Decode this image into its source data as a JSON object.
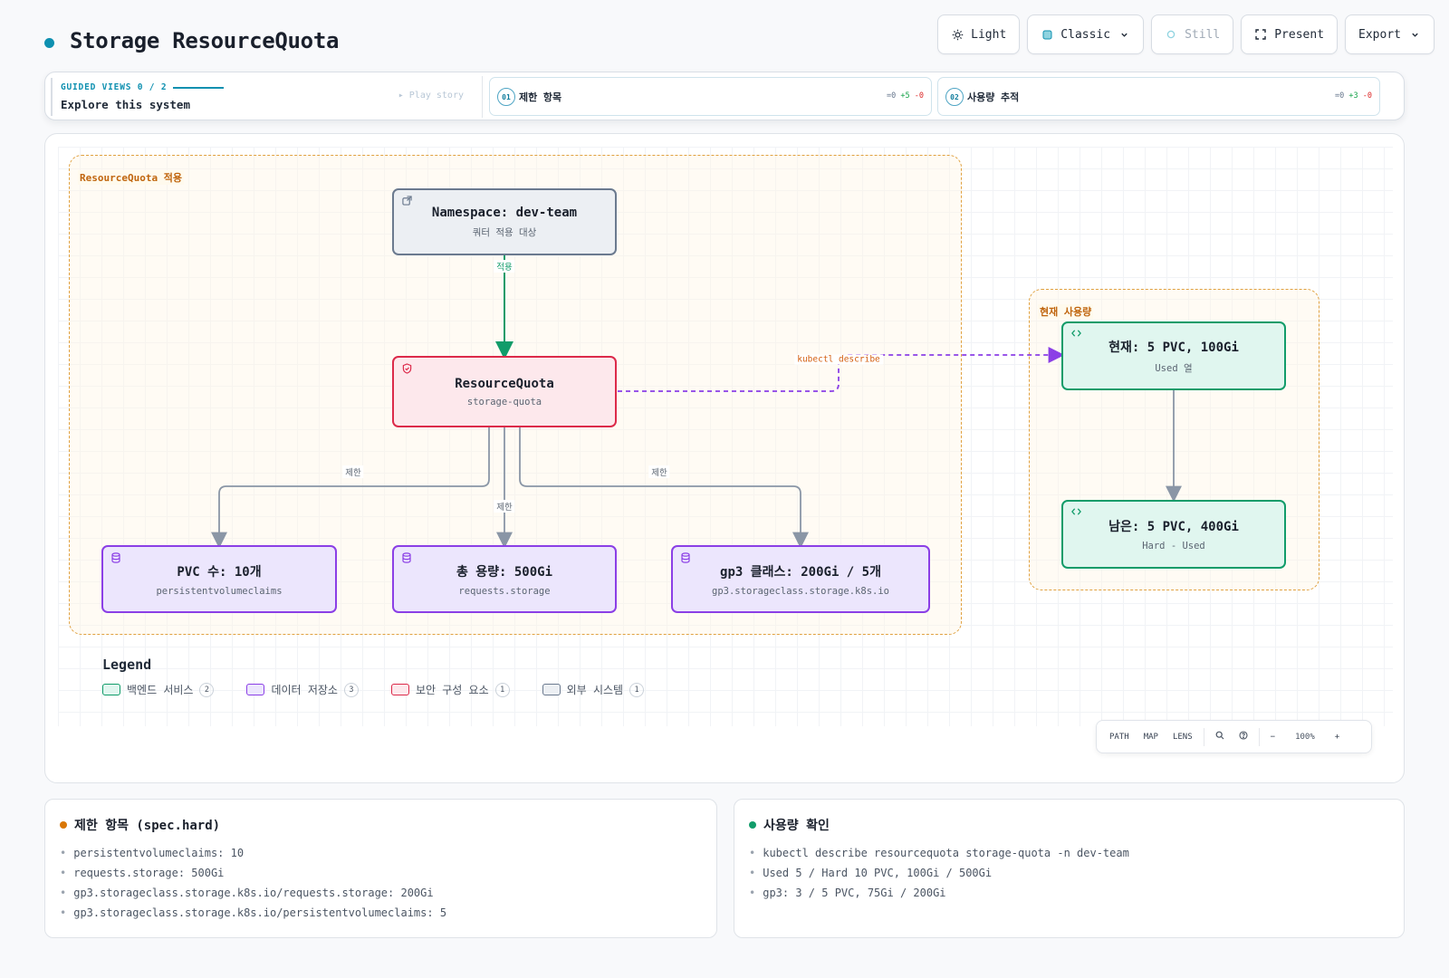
{
  "header": {
    "title": "Storage ResourceQuota"
  },
  "toolbar": {
    "light": "Light",
    "classic": "Classic",
    "still": "Still",
    "present": "Present",
    "export": "Export"
  },
  "guided": {
    "label": "GUIDED VIEWS 0 / 2",
    "subtitle": "Explore this system",
    "play": "▸ Play story",
    "steps": [
      {
        "num": "01",
        "title": "제한 항목",
        "eq": "=0",
        "plus": "+5",
        "minus": "-0"
      },
      {
        "num": "02",
        "title": "사용량 추적",
        "eq": "=0",
        "plus": "+3",
        "minus": "-0"
      }
    ]
  },
  "diagram": {
    "groups": {
      "quota": "ResourceQuota 적용",
      "usage": "현재 사용량"
    },
    "nodes": {
      "namespace": {
        "title": "Namespace: dev-team",
        "sub": "쿼터 적용 대상"
      },
      "quota": {
        "title": "ResourceQuota",
        "sub": "storage-quota"
      },
      "pvc": {
        "title": "PVC 수: 10개",
        "sub": "persistentvolumeclaims"
      },
      "storage": {
        "title": "총 용량: 500Gi",
        "sub": "requests.storage"
      },
      "gp3": {
        "title": "gp3 클래스: 200Gi / 5개",
        "sub": "gp3.storageclass.storage.k8s.io"
      },
      "current": {
        "title": "현재: 5 PVC, 100Gi",
        "sub": "Used 열"
      },
      "remaining": {
        "title": "남은: 5 PVC, 400Gi",
        "sub": "Hard - Used"
      }
    },
    "edges": {
      "apply": "적용",
      "limit_left": "제한",
      "limit_mid": "제한",
      "limit_right": "제한",
      "describe": "kubectl describe"
    }
  },
  "legend": {
    "title": "Legend",
    "items": [
      {
        "label": "백엔드 서비스",
        "count": "2"
      },
      {
        "label": "데이터 저장소",
        "count": "3"
      },
      {
        "label": "보안 구성 요소",
        "count": "1"
      },
      {
        "label": "외부 시스템",
        "count": "1"
      }
    ]
  },
  "map_controls": {
    "path": "PATH",
    "map": "MAP",
    "lens": "LENS",
    "zoom": "100%",
    "minus": "−",
    "plus": "+"
  },
  "panels": {
    "limits": {
      "title": "제한 항목 (spec.hard)",
      "color": "#d97706",
      "items": [
        "persistentvolumeclaims: 10",
        "requests.storage: 500Gi",
        "gp3.storageclass.storage.k8s.io/requests.storage: 200Gi",
        "gp3.storageclass.storage.k8s.io/persistentvolumeclaims: 5"
      ]
    },
    "usage": {
      "title": "사용량 확인",
      "color": "#119c6a",
      "items": [
        "kubectl describe resourcequota storage-quota -n dev-team",
        "Used 5 / Hard 10 PVC, 100Gi / 500Gi",
        "gp3: 3 / 5 PVC, 75Gi / 200Gi"
      ]
    }
  },
  "colors": {
    "accent": "#0e90b0",
    "backend": "#119c6a",
    "data": "#8b3fe6",
    "security": "#dc2a4a",
    "external": "#6b7a8f",
    "group": "#e0a140"
  }
}
